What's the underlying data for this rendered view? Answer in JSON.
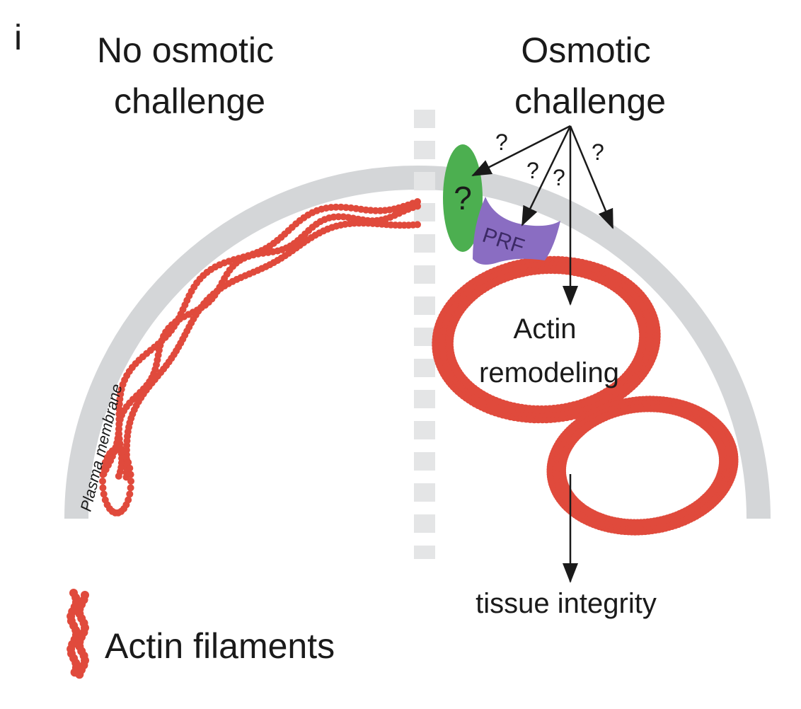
{
  "panel_label": "i",
  "left_title": {
    "line1": "No osmotic",
    "line2": "challenge"
  },
  "right_title": {
    "line1": "Osmotic",
    "line2": "challenge"
  },
  "membrane_label": "Plasma membrane",
  "unknown_sensor_label": "?",
  "prf_label": "PRF",
  "question_marks": [
    "?",
    "?",
    "?",
    "?"
  ],
  "remodeling_label": {
    "line1": "Actin",
    "line2": "remodeling"
  },
  "outcome_label": "tissue integrity",
  "legend_label": "Actin filaments",
  "colors": {
    "membrane": "#d4d6d8",
    "divider": "#e4e5e6",
    "actin": "#e04a3c",
    "sensor": "#4caf50",
    "prf": "#8a6dc2",
    "arrow": "#1a1a1a"
  }
}
